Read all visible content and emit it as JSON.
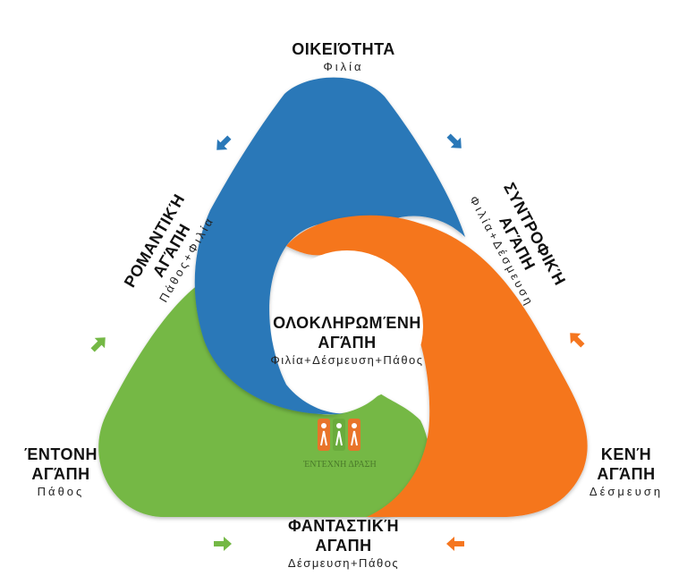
{
  "top": {
    "title": "ΟΙΚΕΙΌΤΗΤΑ",
    "subtitle": "Φιλία"
  },
  "left_side": {
    "title_line1": "ΡΟΜΑΝΤΙΚΉ",
    "title_line2": "ΑΓΆΠΗ",
    "subtitle": "Πάθος+Φιλία"
  },
  "right_side": {
    "title_line1": "ΣΥΝΤΡΟΦΙΚΉ",
    "title_line2": "ΑΓΆΠΗ",
    "subtitle": "Φιλία+Δέσμευση"
  },
  "center": {
    "title_line1": "ΟΛΟΚΛΗΡΩΜΈΝΗ",
    "title_line2": "ΑΓΆΠΗ",
    "subtitle": "Φιλία+Δέσμευση+Πάθος"
  },
  "bottom_left": {
    "title_line1": "ΈΝΤΟΝΗ",
    "title_line2": "ΑΓΆΠΗ",
    "subtitle": "Πάθος"
  },
  "bottom_right": {
    "title_line1": "ΚΕΝΉ",
    "title_line2": "ΑΓΆΠΗ",
    "subtitle": "Δέσμευση"
  },
  "bottom": {
    "title_line1": "ΦΑΝΤΑΣΤΙΚΉ",
    "title_line2": "ΑΓΑΠΗ",
    "subtitle": "Δέσμευση+Πάθος"
  },
  "logo": {
    "text": "ΈΝΤΕΧΝΗ ΔΡΑΣΗ"
  },
  "colors": {
    "blue": "#2a78b8",
    "green": "#74b845",
    "orange": "#f5761f",
    "logo_orange": "#e8742a",
    "logo_green": "#6aab3c"
  },
  "icons": [
    "arrow-icon"
  ]
}
